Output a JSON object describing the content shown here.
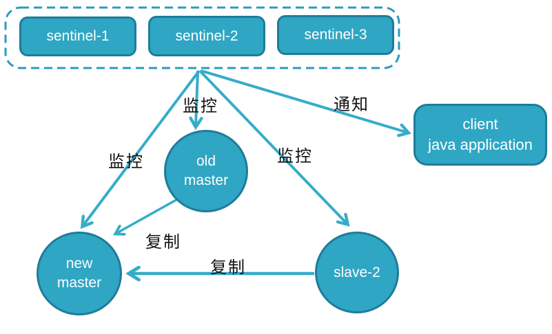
{
  "colors": {
    "node_fill": "#2fa6c3",
    "node_border": "#1e7c99",
    "arrow": "#36acc8",
    "dashed_border": "#2b9bbc",
    "label_text": "#111111",
    "node_text": "#ffffff"
  },
  "sentinel_group": {
    "items": [
      {
        "label": "sentinel-1"
      },
      {
        "label": "sentinel-2"
      },
      {
        "label": "sentinel-3"
      }
    ]
  },
  "nodes": {
    "old_master": {
      "line1": "old",
      "line2": "master"
    },
    "new_master": {
      "line1": "new",
      "line2": "master"
    },
    "slave2": {
      "label": "slave-2"
    },
    "client": {
      "line1": "client",
      "line2": "java application"
    }
  },
  "edge_labels": {
    "monitor_left": "监控",
    "monitor_mid": "监控",
    "monitor_right": "监控",
    "notify": "通知",
    "replicate_old_to_new": "复制",
    "replicate_slave_to_new": "复制"
  }
}
